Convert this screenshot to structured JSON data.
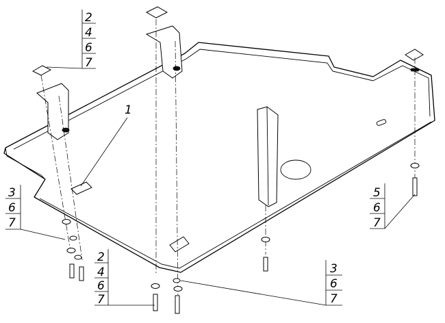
{
  "callouts": {
    "top_left_stack": [
      "2",
      "4",
      "6",
      "7"
    ],
    "left_stack": [
      "3",
      "6",
      "7"
    ],
    "bottom_left_stack": [
      "2",
      "4",
      "6",
      "7"
    ],
    "bottom_right_stack": [
      "3",
      "6",
      "7"
    ],
    "right_stack": [
      "5",
      "6",
      "7"
    ],
    "part_one": "1"
  },
  "colors": {
    "line": "#000000",
    "background": "#ffffff"
  }
}
